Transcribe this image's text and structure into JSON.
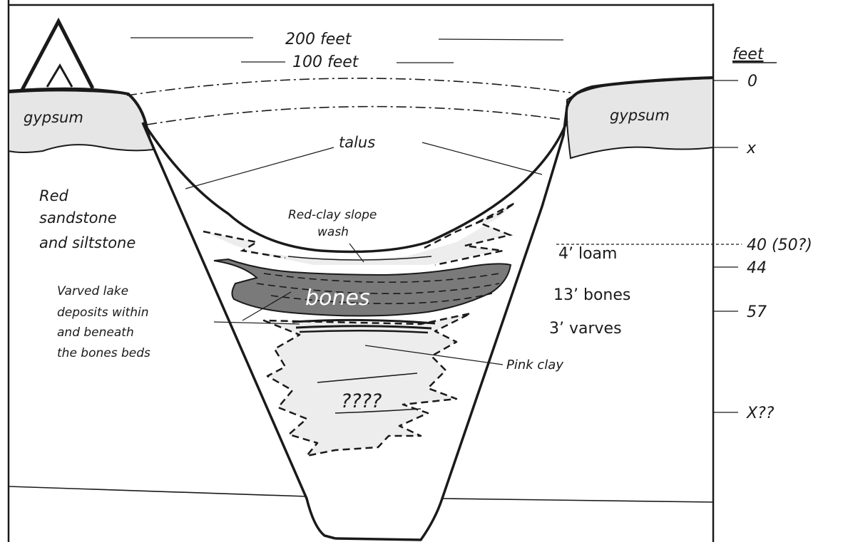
{
  "labels": {
    "width_200": "200 feet",
    "width_100": "100 feet",
    "gypsum_left": "gypsum",
    "gypsum_right": "gypsum",
    "talus": "talus",
    "sandstone_line1": "Red",
    "sandstone_line2": "sandstone",
    "sandstone_line3": "and siltstone",
    "slopewash_line1": "Red-clay slope",
    "slopewash_line2": "wash",
    "bones": "bones",
    "varved_line1": "Varved lake",
    "varved_line2": "deposits within",
    "varved_line3": "and beneath",
    "varved_line4": "the bones beds",
    "pink_clay": "Pink clay",
    "unknown": "????",
    "loam": "4’ loam",
    "bones_thickness": "13’ bones",
    "varves": "3’ varves"
  },
  "depth_scale": {
    "title": "feet",
    "ticks": [
      "0",
      "x",
      "40 (50?)",
      "44",
      "57",
      "X??"
    ]
  },
  "colors": {
    "gypsum": "#e6e6e6",
    "bones": "#7a7a7a",
    "fill": "#ededed",
    "ink": "#1a1a1a"
  }
}
